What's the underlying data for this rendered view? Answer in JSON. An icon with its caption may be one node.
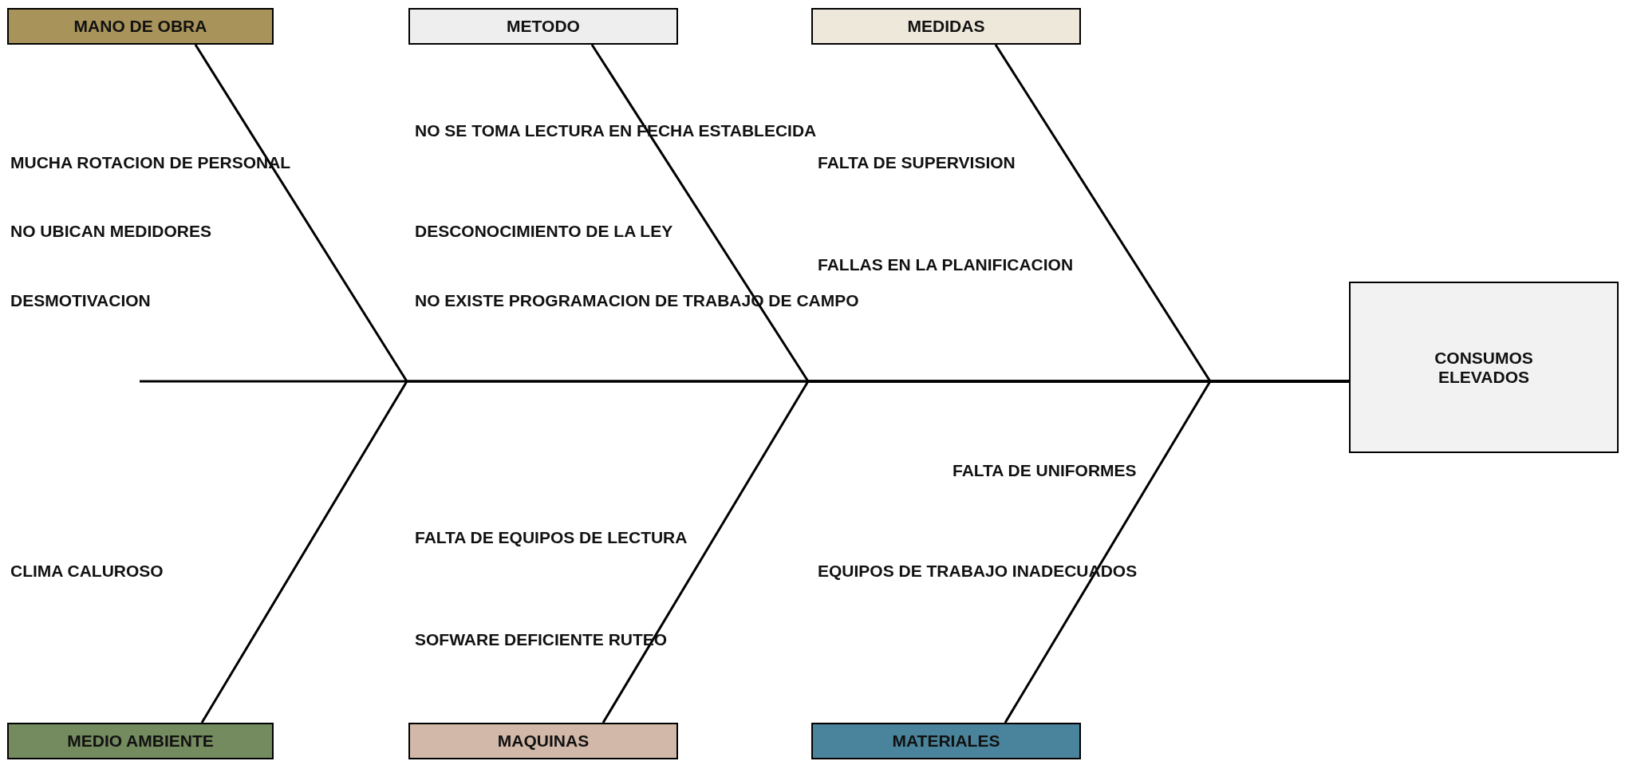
{
  "diagram": {
    "nodes": [
      {
        "text": [
          "MANO DE OBRA"
        ]
      },
      {
        "text": [
          "METODO"
        ]
      },
      {
        "text": [
          "MEDIDAS"
        ]
      },
      {
        "text": [
          "CONSUMOS ELEVADOS"
        ]
      },
      {
        "text": [
          "MEDIO AMBIENTE"
        ]
      },
      {
        "text": [
          "MAQUINAS"
        ]
      },
      {
        "text": [
          "MATERIALES"
        ]
      }
    ],
    "edges": [
      {
        "from": 0,
        "to": 3,
        "arrow": "none"
      },
      {
        "from": 1,
        "to": 3,
        "arrow": "none"
      },
      {
        "from": 2,
        "to": 3,
        "arrow": "none"
      },
      {
        "from": 4,
        "to": 3,
        "arrow": "none"
      },
      {
        "from": 5,
        "to": 3,
        "arrow": "none"
      },
      {
        "from": 6,
        "to": 3,
        "arrow": "none"
      }
    ],
    "labels": [
      "MUCHA ROTACION DE PERSONAL",
      "NO UBICAN MEDIDORES",
      "DESMOTIVACION",
      "NO SE TOMA LECTURA EN FECHA ESTABLECIDA",
      "DESCONOCIMIENTO DE LA LEY",
      "NO EXISTE PROGRAMACION DE TRABAJO DE CAMPO",
      "FALTA DE SUPERVISION",
      "FALLAS EN LA PLANIFICACION",
      "CLIMA CALUROSO",
      "FALTA DE EQUIPOS DE LECTURA",
      "SOFWARE DEFICIENTE RUTEO",
      "FALTA DE UNIFORMES",
      "EQUIPOS DE TRABAJO INADECUADOS"
    ]
  }
}
